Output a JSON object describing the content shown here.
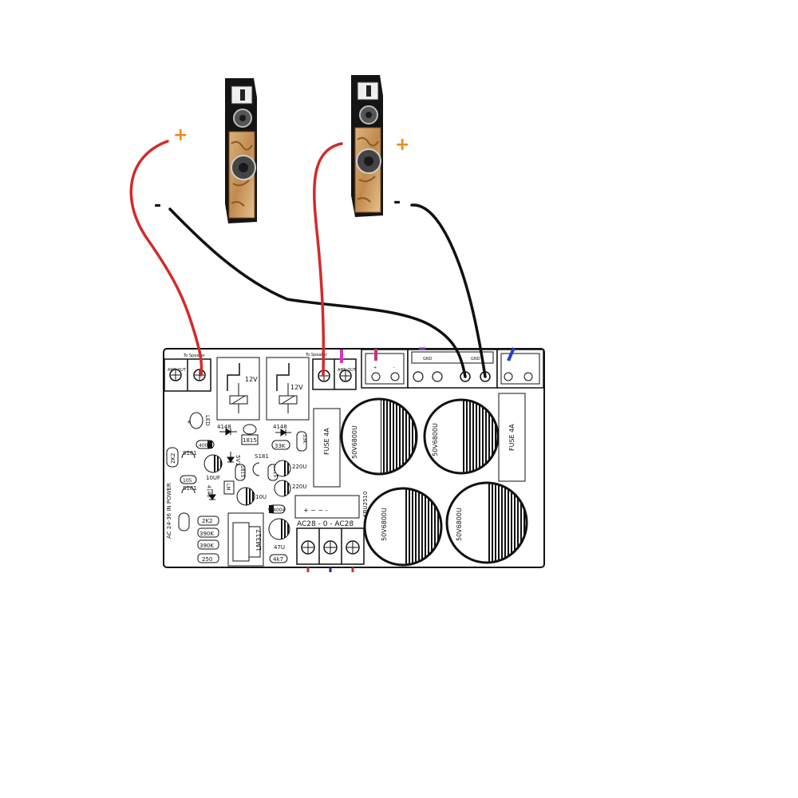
{
  "speakers": {
    "left": {
      "plus": "+",
      "minus": "-"
    },
    "right": {
      "plus": "+",
      "minus": "-"
    }
  },
  "board": {
    "conn_left_title": "To Speaker",
    "conn_left_label": "AMP OUT",
    "conn_mid_title": "To Speaker",
    "conn_mid_label": "AMP OUT",
    "conn_mid_right_label": "GND",
    "relay_left_label": "12V",
    "relay_right_label": "12V",
    "led_label": "LED",
    "d1_label": "4148",
    "d2_label": "4148",
    "d3_label": "4148",
    "q1_label": "1815",
    "r33k_a": "33K",
    "r33k_b": "33K",
    "r2k2_a": "2K2",
    "r2k2_b": "2K2",
    "r390k_a": "390K",
    "r390k_b": "390K",
    "r250": "250",
    "r4k7": "4k7",
    "r105": "105",
    "c10uf": "10UF",
    "c10u": "10U",
    "c47u": "47U",
    "c220u_a": "220U",
    "c220u_b": "220U",
    "q_s181_a": "S181",
    "q_s181_b": "S181",
    "q_s181_c": "S181",
    "q_1815_side": "1815",
    "q_1815_right": "1815",
    "zener_label": "5V1",
    "d4004_a": "4004",
    "d4004_b": "4004",
    "lm317_label": "LM317",
    "lm_small": "LM",
    "power_label": "AC 24-36  IN POWER",
    "fuse_left": "FUSE   4A",
    "fuse_right": "FUSE   4A",
    "cap_big": "50V6800U",
    "bridge_label": "KBU2510",
    "bridge_pins": "+   ~   ~   -",
    "ac_terms": "AC28  -  0  -  AC28",
    "gnd_label": "GND"
  }
}
